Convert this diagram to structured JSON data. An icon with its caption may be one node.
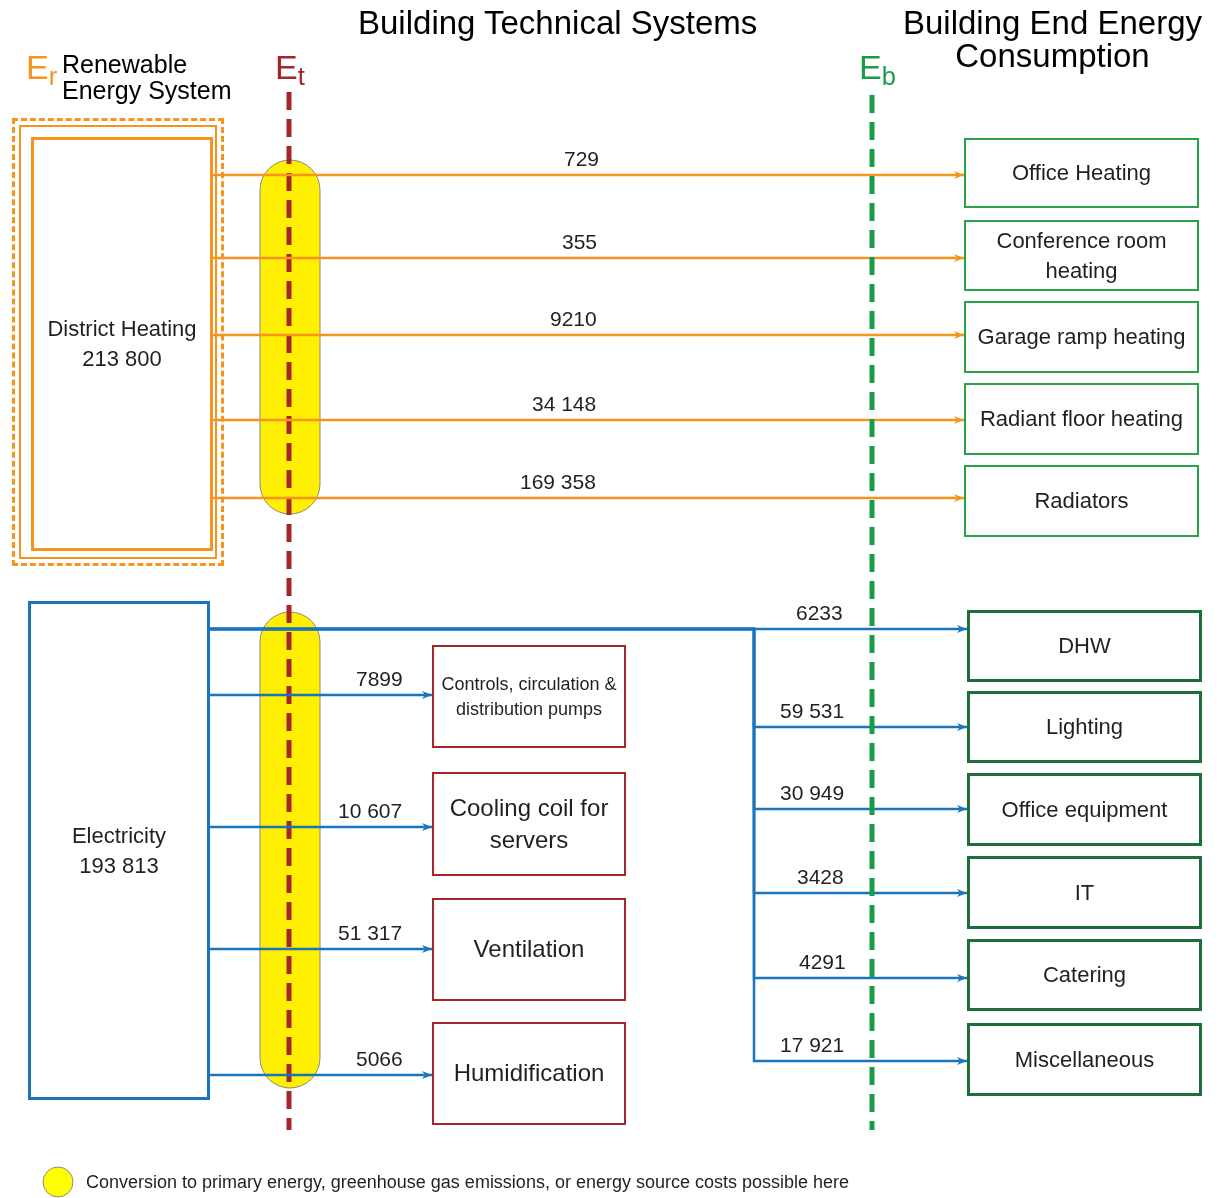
{
  "diagram": {
    "nodes": [
      {
        "text": [
          "Renewable Energy System"
        ]
      },
      {
        "text": [
          "District Heating",
          "213 800"
        ],
        "in": 0
      },
      {
        "text": [
          "Office Heating"
        ]
      },
      {
        "text": [
          "Conference room heating"
        ]
      },
      {
        "text": [
          "Garage ramp heating"
        ]
      },
      {
        "text": [
          "Radiant floor heating"
        ]
      },
      {
        "text": [
          "Radiators"
        ]
      },
      {
        "text": [
          "Electricity",
          "193 813"
        ]
      },
      {
        "text": [
          "Controls, circulation & distribution pumps"
        ]
      },
      {
        "text": [
          "Cooling coil for servers"
        ]
      },
      {
        "text": [
          "Ventilation"
        ]
      },
      {
        "text": [
          "Humidification"
        ]
      },
      {
        "text": [
          "DHW"
        ]
      },
      {
        "text": [
          "Lighting"
        ]
      },
      {
        "text": [
          "Office equipment"
        ]
      },
      {
        "text": [
          "IT"
        ]
      },
      {
        "text": [
          "Catering"
        ]
      },
      {
        "text": [
          "Miscellaneous"
        ]
      }
    ],
    "edges": [
      {
        "from": 1,
        "to": 2,
        "arrow": "to",
        "label": "729",
        "color": "#f7941d"
      },
      {
        "from": 1,
        "to": 3,
        "arrow": "to",
        "label": "355",
        "color": "#f7941d"
      },
      {
        "from": 1,
        "to": 4,
        "arrow": "to",
        "label": "9210",
        "color": "#f7941d"
      },
      {
        "from": 1,
        "to": 5,
        "arrow": "to",
        "label": "34 148",
        "color": "#f7941d"
      },
      {
        "from": 1,
        "to": 6,
        "arrow": "to",
        "label": "169 358",
        "color": "#f7941d"
      },
      {
        "from": 7,
        "to": 8,
        "arrow": "to",
        "label": "7899"
      },
      {
        "from": 7,
        "to": 9,
        "arrow": "to",
        "label": "10 607"
      },
      {
        "from": 7,
        "to": 10,
        "arrow": "to",
        "label": "51 317"
      },
      {
        "from": 7,
        "to": 11,
        "arrow": "to",
        "label": "5066"
      },
      {
        "from": 7,
        "to": 12,
        "arrow": "to",
        "label": "6233"
      },
      {
        "from": 7,
        "to": 13,
        "arrow": "to",
        "label": "59 531"
      },
      {
        "from": 7,
        "to": 14,
        "arrow": "to",
        "label": "30 949"
      },
      {
        "from": 7,
        "to": 15,
        "arrow": "to",
        "label": "3428"
      },
      {
        "from": 7,
        "to": 16,
        "arrow": "to",
        "label": "4291"
      },
      {
        "from": 7,
        "to": 17,
        "arrow": "to",
        "label": "17 921"
      }
    ],
    "labels": [
      "Building Technical Systems",
      "Building End Energy Consumption",
      "E$_{r}$",
      "E$_{t}$",
      "E$_{b}$"
    ],
    "legend": [
      {
        "text": "Conversion to primary energy, greenhouse gas emissions, or energy source costs possible here",
        "color": "#ffff00"
      }
    ]
  }
}
